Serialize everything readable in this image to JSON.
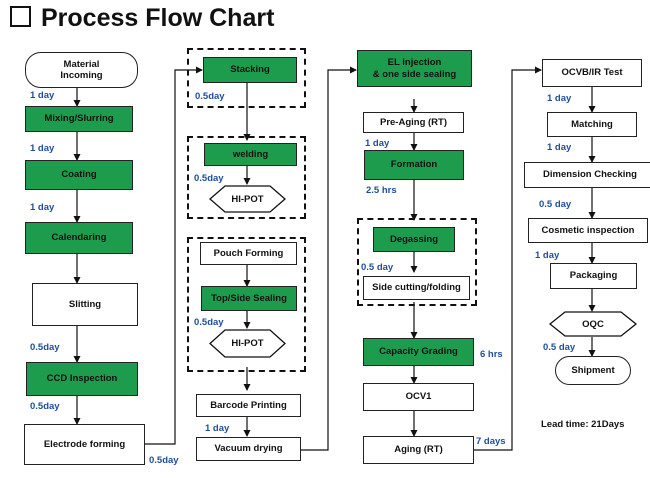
{
  "title": "Process Flow Chart",
  "col1": {
    "material_incoming": "Material\nIncoming",
    "mixing": "Mixing/Slurring",
    "coating": "Coating",
    "calendaring": "Calendaring",
    "slitting": "Slitting",
    "ccd": "CCD Inspection",
    "electrode_forming": "Electrode forming",
    "t1": "1 day",
    "t2": "1 day",
    "t3": "1 day",
    "t4": "0.5day",
    "t5": "0.5day",
    "t6": "0.5day"
  },
  "col2": {
    "stacking": "Stacking",
    "welding": "welding",
    "hipot1": "HI-POT",
    "pouch_forming": "Pouch Forming",
    "top_side_sealing": "Top/Side Sealing",
    "hipot2": "HI-POT",
    "barcode_printing": "Barcode Printing",
    "vacuum_drying": "Vacuum drying",
    "t1": "0.5day",
    "t2": "0.5day",
    "t3": "0.5day",
    "t4": "1 day"
  },
  "col3": {
    "el_injection": "EL injection\n& one side sealing",
    "pre_aging": "Pre-Aging (RT)",
    "formation": "Formation",
    "degassing": "Degassing",
    "side_cutting": "Side cutting/folding",
    "capacity_grading": "Capacity Grading",
    "ocv1": "OCV1",
    "aging": "Aging (RT)",
    "t1": "1 day",
    "t2": "2.5 hrs",
    "t3": "0.5 day",
    "t4": "6 hrs",
    "t5": "7 days"
  },
  "col4": {
    "ocvb_ir": "OCVB/IR Test",
    "matching": "Matching",
    "dimension": "Dimension Checking",
    "cosmetic": "Cosmetic inspection",
    "packaging": "Packaging",
    "oqc": "OQC",
    "shipment": "Shipment",
    "t1": "1 day",
    "t2": "1 day",
    "t3": "0.5 day",
    "t4": "1 day",
    "t5": "0.5 day"
  },
  "lead_time": "Lead time:  21Days"
}
